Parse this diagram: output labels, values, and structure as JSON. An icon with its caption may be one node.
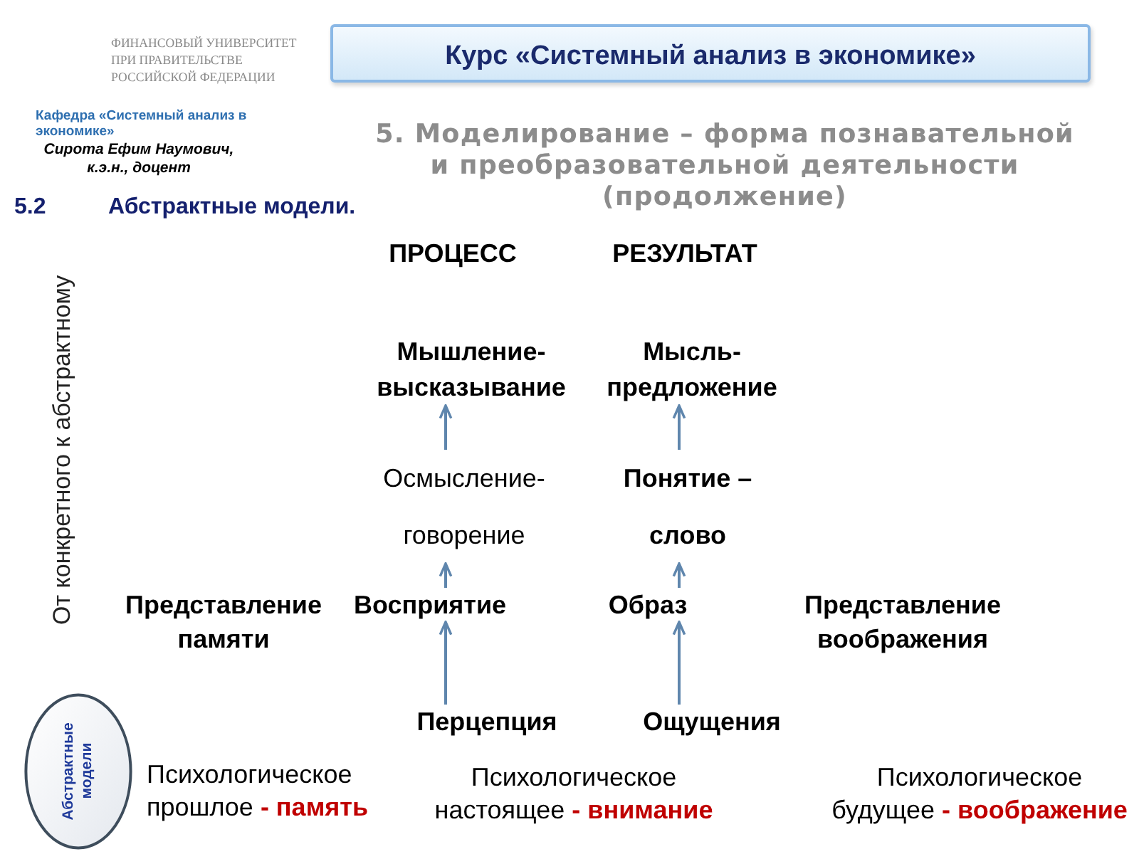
{
  "diagram": {
    "title": "5. Моделирование – форма познавательной и преобразовательной деятельности (продолжение)",
    "nodes": [
      {
        "text": [
          "Курс «Системный анализ в экономике»"
        ]
      },
      {
        "text": [
          "Мышление- высказывание"
        ]
      },
      {
        "text": [
          "Мысль- предложение"
        ]
      },
      {
        "text": [
          "Осмысление- говорение"
        ]
      },
      {
        "text": [
          "Понятие – слово"
        ]
      },
      {
        "text": [
          "Восприятие"
        ]
      },
      {
        "text": [
          "Образ"
        ]
      },
      {
        "text": [
          "Перцепция"
        ]
      },
      {
        "text": [
          "Ощущения"
        ]
      },
      {
        "text": [
          "Абстрактные модели"
        ]
      }
    ],
    "edges": [
      {
        "from": 7,
        "to": 5,
        "arrow": "to"
      },
      {
        "from": 5,
        "to": 3,
        "arrow": "to"
      },
      {
        "from": 3,
        "to": 1,
        "arrow": "to"
      },
      {
        "from": 8,
        "to": 6,
        "arrow": "to"
      },
      {
        "from": 6,
        "to": 4,
        "arrow": "to"
      },
      {
        "from": 4,
        "to": 2,
        "arrow": "to"
      }
    ],
    "labels": [
      "ФИНАНСОВЫЙ УНИВЕРСИТЕТ ПРИ ПРАВИТЕЛЬСТВЕ РОССИЙСКОЙ ФЕДЕРАЦИИ",
      "Кафедра «Системный анализ в экономике»",
      "Сирота Ефим Наумович, к.э.н., доцент",
      "5.2",
      "Абстрактные модели.",
      "От конкретного к абстрактному",
      "ПРОЦЕСС",
      "РЕЗУЛЬТАТ",
      "Представление памяти",
      "Представление воображения",
      "Психологическое прошлое **- память**",
      "Психологическое настоящее **- внимание**",
      "Психологическое будущее **- воображение**"
    ]
  }
}
